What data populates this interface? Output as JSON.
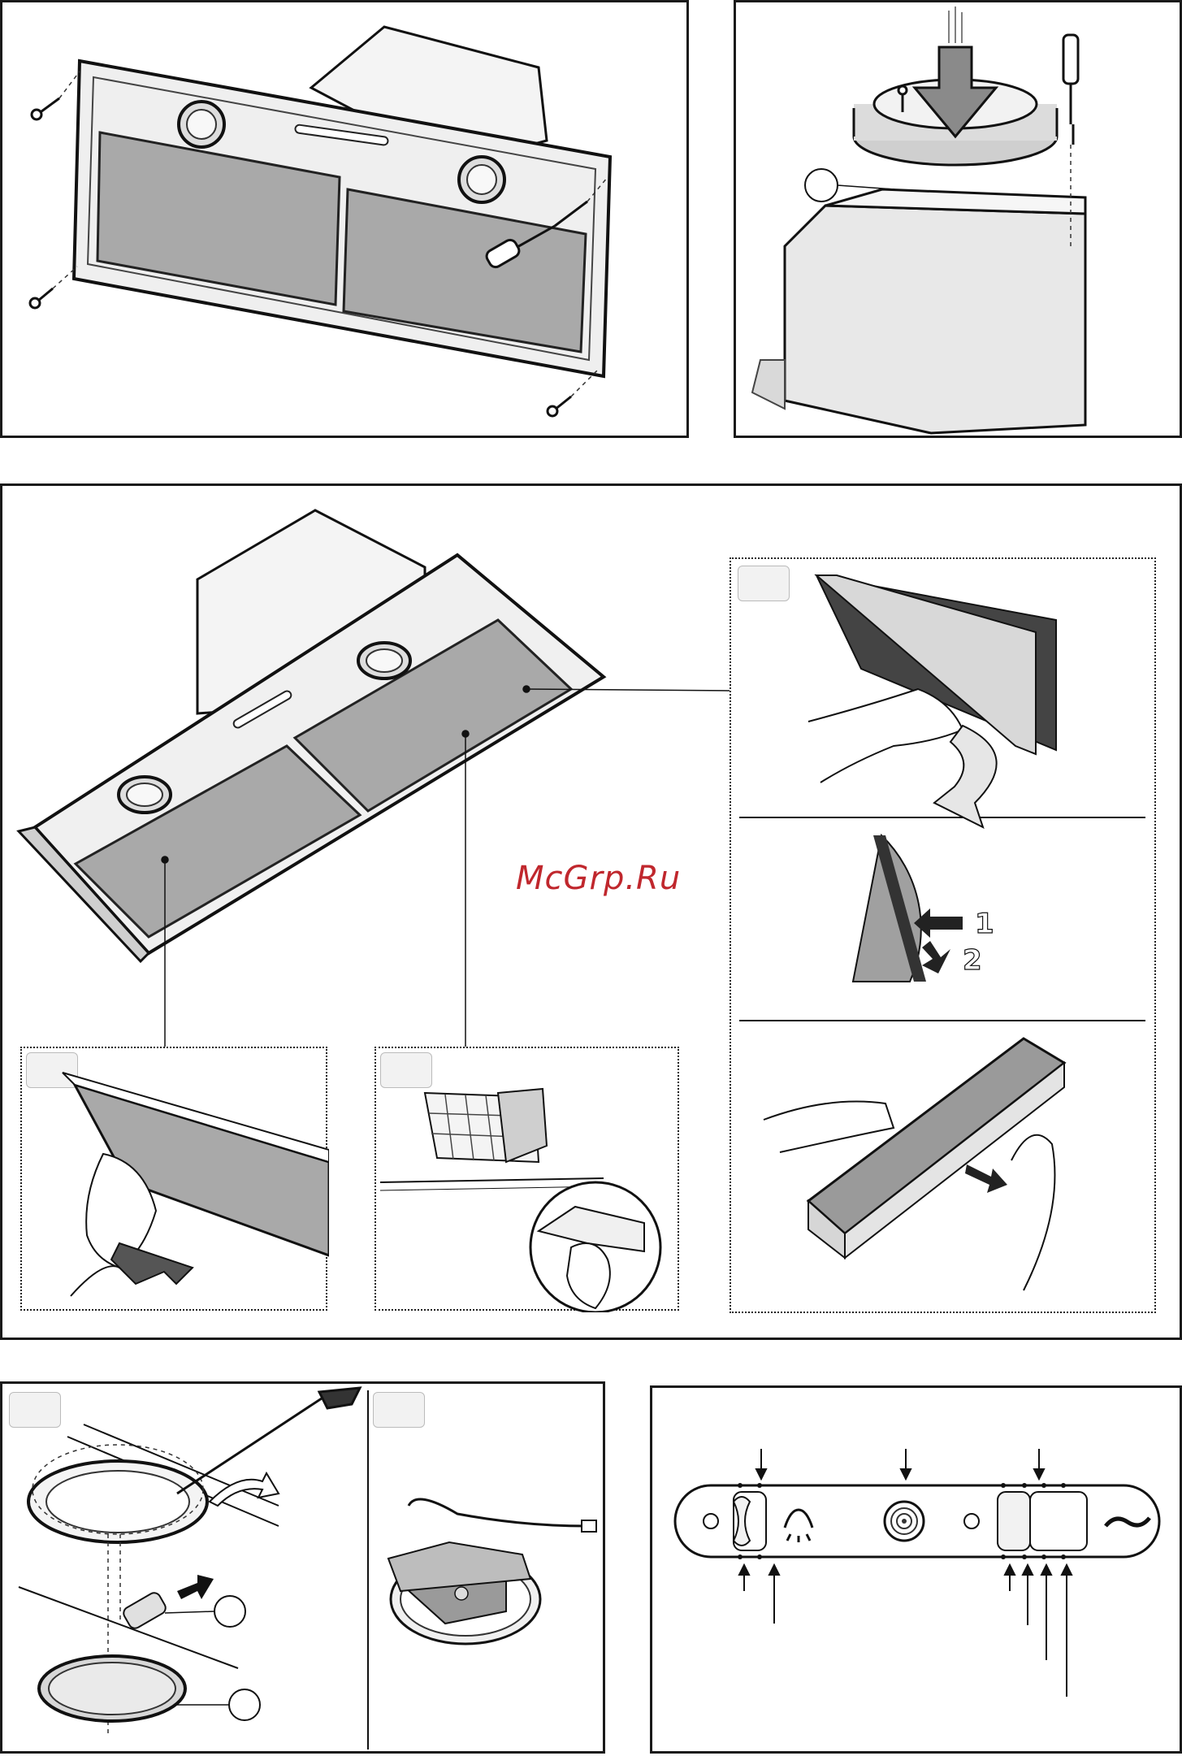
{
  "watermark": "McGrp.Ru",
  "filter_steps": [
    "1",
    "2"
  ],
  "colors": {
    "frame": "#1a1a1a",
    "filter_gray": "#a9a9a9",
    "light_gray": "#e4e4e4",
    "watermark_red": "#c0272d"
  },
  "icons": [
    "screw-icon",
    "screwdriver-icon",
    "downward-arrow-icon",
    "light-icon",
    "fan-icon",
    "hand-icon"
  ]
}
